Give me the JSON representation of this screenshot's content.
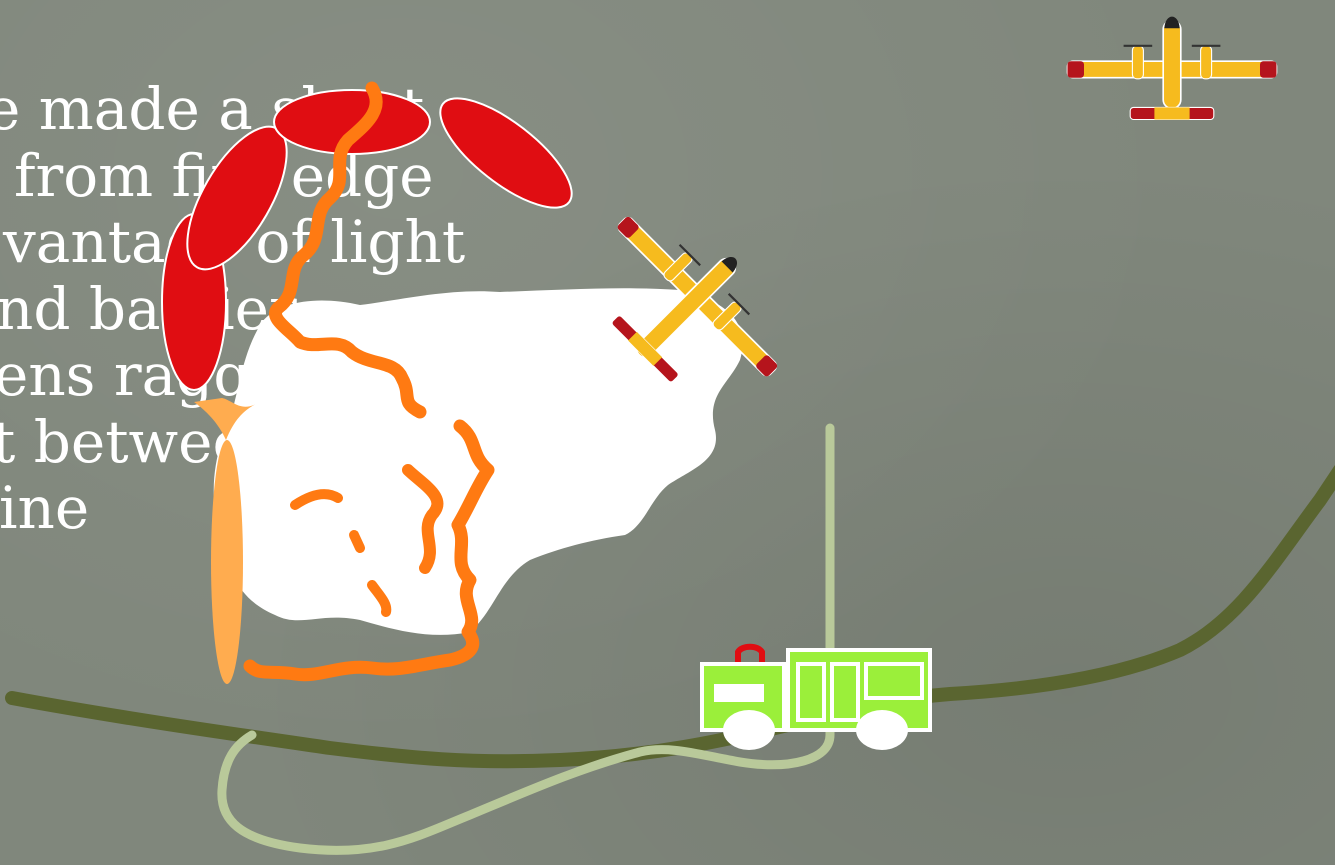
{
  "slide": {
    "text_lines": [
      "e made a short",
      "from fire edge",
      "vantage of light",
      "nd barrier",
      "ens ragged",
      "t between f",
      "ine"
    ]
  },
  "colors": {
    "background": "#80877c",
    "text": "#ffffff",
    "burned_area": "#ffffff",
    "fire_front": "#ff7a12",
    "retardant_drops": "#e00d12",
    "spot_fire": "#ffac4f",
    "ground_line": "#5a6530",
    "hose": "#b9c99a",
    "engine": "#9bef3a",
    "aircraft_body": "#f6bb1e",
    "aircraft_tips": "#b5141c"
  },
  "icons": {
    "aircraft": "airtanker-icon",
    "engine": "fire-engine-icon"
  }
}
